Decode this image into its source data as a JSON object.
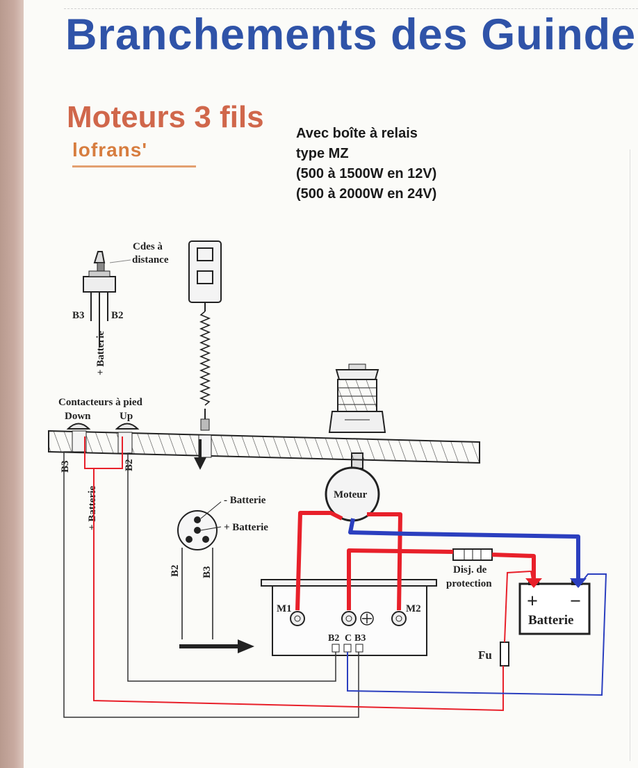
{
  "header": {
    "title": "Branchements des Guinde",
    "subtitle": "Moteurs 3 fils",
    "brand": "lofrans'"
  },
  "relay_info": {
    "line1": "Avec boîte à relais",
    "line2": "type MZ",
    "line3": "(500 à 1500W en 12V)",
    "line4": "(500 à 2000W en 24V)"
  },
  "labels": {
    "remote": "Cdes à",
    "remote2": "distance",
    "switch_b3": "B3",
    "switch_b2": "B2",
    "switch_batt": "+ Batterie",
    "foot_switches": "Contacteurs à pied",
    "down": "Down",
    "up": "Up",
    "deck_b3": "B3",
    "deck_b2": "B2",
    "deck_batt": "+ Batterie",
    "motor": "Moteur",
    "minus_batt": "- Batterie",
    "plus_batt": "+ Batterie",
    "plug_b2": "B2",
    "plug_b3": "B3",
    "m1": "M1",
    "m2": "M2",
    "box_b2": "B2",
    "box_c": "C",
    "box_b3": "B3",
    "breaker1": "Disj. de",
    "breaker2": "protection",
    "battery": "Batterie",
    "battery_plus": "+",
    "battery_minus": "−",
    "fuse": "Fu"
  },
  "colors": {
    "title": "#2f53a8",
    "subtitle": "#d0674b",
    "brand": "#d77d3f",
    "positive_wire": "#e8202a",
    "negative_wire": "#2b3fbf"
  }
}
